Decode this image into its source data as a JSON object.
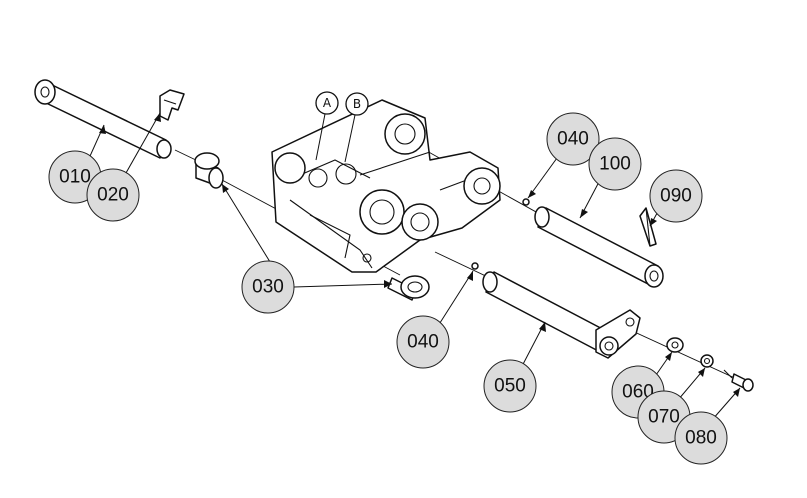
{
  "callouts": {
    "c010": "010",
    "c020": "020",
    "c030": "030",
    "c040_top": "040",
    "c100": "100",
    "c090": "090",
    "c040_bottom": "040",
    "c050": "050",
    "c060": "060",
    "c070": "070",
    "c080": "080"
  },
  "labels": {
    "pivot_a": "A",
    "pivot_b": "B"
  }
}
